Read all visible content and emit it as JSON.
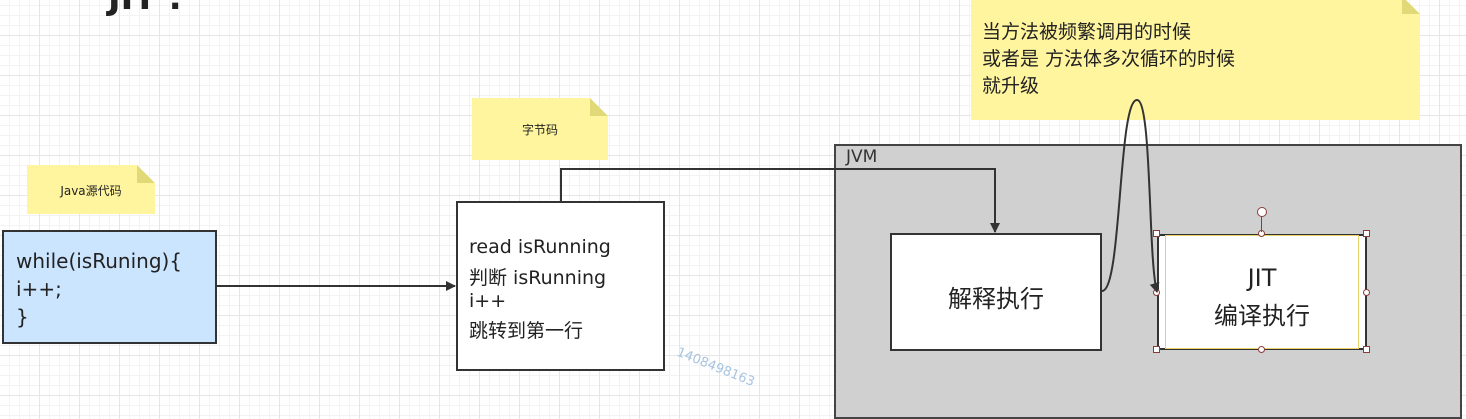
{
  "heading": "JIT :",
  "notes": {
    "java_source": "Java源代码",
    "bytecode": "字节码",
    "jit_trigger": [
      "当方法被频繁调用的时候",
      "或者是  方法体多次循环的时候",
      "就升级"
    ]
  },
  "code_box": {
    "lines": [
      "while(isRuning){",
      "   i++;",
      "}"
    ]
  },
  "bytecode_box": {
    "lines": [
      "read isRunning",
      "判断 isRunning",
      "i++",
      "跳转到第一行"
    ]
  },
  "jvm": {
    "label": "JVM",
    "interpret_label": "解释执行",
    "jit_lines": [
      "JIT",
      "编译执行"
    ]
  },
  "watermark": "1408498163",
  "colors": {
    "note_fill": "#fff59e",
    "code_fill": "#cce5ff",
    "jvm_fill": "#d0d0d0",
    "selection_handle": "#8a3c3c",
    "selection_border": "#e8d36a"
  }
}
